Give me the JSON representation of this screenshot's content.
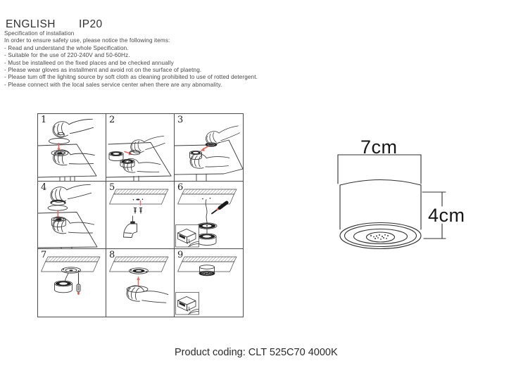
{
  "header": {
    "language": "ENGLISH",
    "ip_rating": "IP20"
  },
  "spec": {
    "title": "Specification of installation",
    "intro": "In order to ensure safety use, please notice the following items:",
    "items": [
      "- Read and understand the whole Specification.",
      "- Suitable for the use of 220-240V and 50-60Hz.",
      "- Must be installeed on the fixed places and be checked annually",
      "- Please wear gloves as installment and avoid rot on the surface of plaetng.",
      "- Please tum off the lighitng source by soft cloth as cleaning prohibited to use of rotted detergent.",
      "- Please connect with the local sales service center when there are any abnomality."
    ]
  },
  "step_numbers": [
    "1",
    "2",
    "3",
    "4",
    "5",
    "6",
    "7",
    "8",
    "9"
  ],
  "dimensions": {
    "width": "7cm",
    "height": "4cm"
  },
  "product_coding": "Product coding: CLT 525C70 4000K",
  "colors": {
    "line": "#3a3a3a",
    "accent_red": "#e06c63",
    "dark_fill": "#1e1e1e",
    "border": "#4d4d4d"
  }
}
